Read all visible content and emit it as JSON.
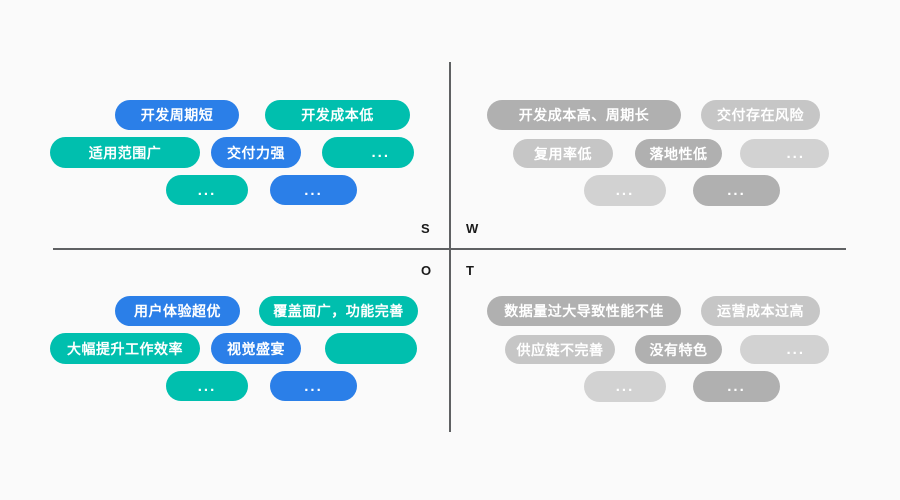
{
  "canvas": {
    "background": "#fafafa",
    "axis_color": "#5f6163"
  },
  "palette": {
    "blue": "#2b7fe8",
    "teal": "#00bfae",
    "gray_dark": "#b0b0b0",
    "gray_mid": "#c6c6c6",
    "gray_light": "#d2d2d2",
    "text_on_pill": "#ffffff"
  },
  "axes": {
    "letters": [
      {
        "key": "s",
        "label": "S"
      },
      {
        "key": "w",
        "label": "W"
      },
      {
        "key": "o",
        "label": "O"
      },
      {
        "key": "t",
        "label": "T"
      }
    ]
  },
  "quadrants": {
    "strengths": {
      "letter": "S",
      "pills": [
        {
          "label": "开发周期短",
          "color": "blue"
        },
        {
          "label": "开发成本低",
          "color": "teal"
        },
        {
          "label": "适用范围广",
          "color": "teal"
        },
        {
          "label": "交付力强",
          "color": "blue"
        },
        {
          "label": "...",
          "color": "teal"
        },
        {
          "label": "...",
          "color": "teal"
        },
        {
          "label": "...",
          "color": "blue"
        }
      ]
    },
    "weaknesses": {
      "letter": "W",
      "pills": [
        {
          "label": "开发成本高、周期长",
          "color": "gray_dark"
        },
        {
          "label": "交付存在风险",
          "color": "gray_mid"
        },
        {
          "label": "复用率低",
          "color": "gray_mid"
        },
        {
          "label": "落地性低",
          "color": "gray_dark"
        },
        {
          "label": "...",
          "color": "gray_light"
        },
        {
          "label": "...",
          "color": "gray_light"
        },
        {
          "label": "...",
          "color": "gray_dark"
        }
      ]
    },
    "opportunities": {
      "letter": "O",
      "pills": [
        {
          "label": "用户体验超优",
          "color": "blue"
        },
        {
          "label": "覆盖面广，功能完善",
          "color": "teal"
        },
        {
          "label": "大幅提升工作效率",
          "color": "teal"
        },
        {
          "label": "视觉盛宴",
          "color": "blue"
        },
        {
          "label": "",
          "color": "teal"
        },
        {
          "label": "...",
          "color": "teal"
        },
        {
          "label": "...",
          "color": "blue"
        }
      ]
    },
    "threats": {
      "letter": "T",
      "pills": [
        {
          "label": "数据量过大导致性能不佳",
          "color": "gray_dark"
        },
        {
          "label": "运营成本过高",
          "color": "gray_mid"
        },
        {
          "label": "供应链不完善",
          "color": "gray_mid"
        },
        {
          "label": "没有特色",
          "color": "gray_dark"
        },
        {
          "label": "...",
          "color": "gray_light"
        },
        {
          "label": "...",
          "color": "gray_light"
        },
        {
          "label": "...",
          "color": "gray_dark"
        }
      ]
    }
  }
}
